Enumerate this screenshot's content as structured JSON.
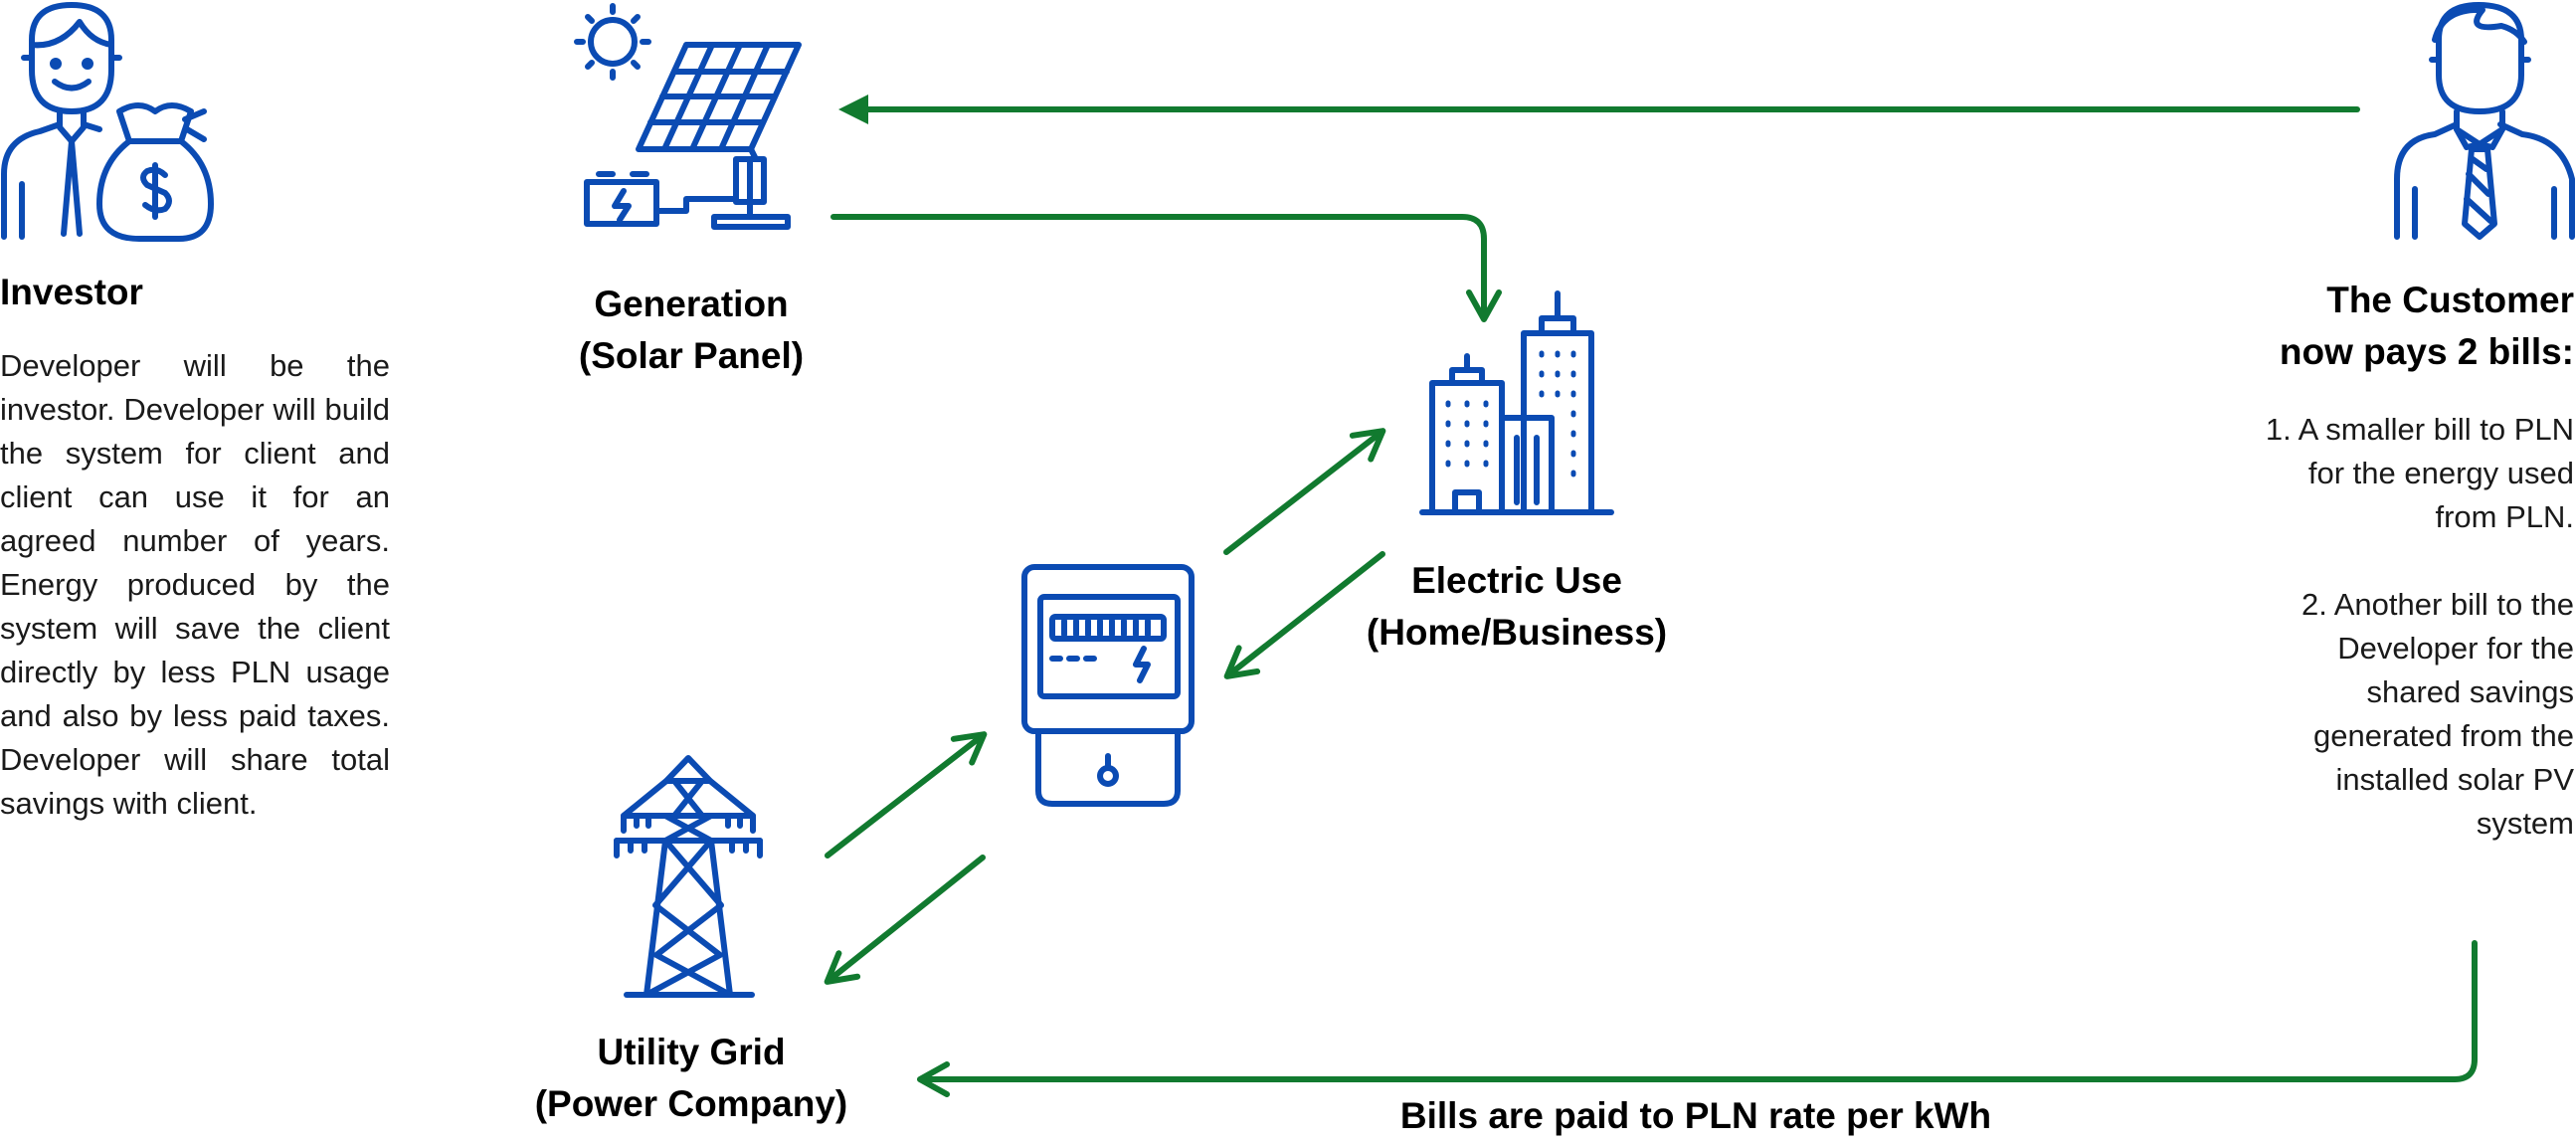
{
  "colors": {
    "icon": "#0b4bb3",
    "arrow": "#117a2f",
    "text": "#000000"
  },
  "investor": {
    "title": "Investor",
    "description": "Developer will be the investor. Developer will build the system for client and client can use it for an agreed number of years. Energy produced by the system will save the client directly by less PLN usage and also by less paid taxes. Developer will share total savings with client.",
    "icon": "investor-money-bag-icon"
  },
  "generation": {
    "line1": "Generation",
    "line2": "(Solar Panel)",
    "icon": "solar-panel-icon"
  },
  "electric_use": {
    "line1": "Electric Use",
    "line2": "(Home/Business)",
    "icon": "buildings-icon"
  },
  "meter": {
    "icon": "electric-meter-icon"
  },
  "utility": {
    "line1": "Utility Grid",
    "line2": "(Power Company)",
    "icon": "transmission-tower-icon"
  },
  "customer": {
    "title_line1": "The Customer",
    "title_line2": "now pays 2 bills:",
    "bill1_lines": [
      "1. A smaller bill to PLN",
      "for the energy used",
      "from PLN."
    ],
    "bill2_lines": [
      "2. Another bill to the",
      "Developer for the",
      "shared savings",
      "generated from the",
      "installed solar PV",
      "system"
    ],
    "icon": "businessman-icon"
  },
  "bottom_caption": "Bills are paid to PLN rate per kWh"
}
